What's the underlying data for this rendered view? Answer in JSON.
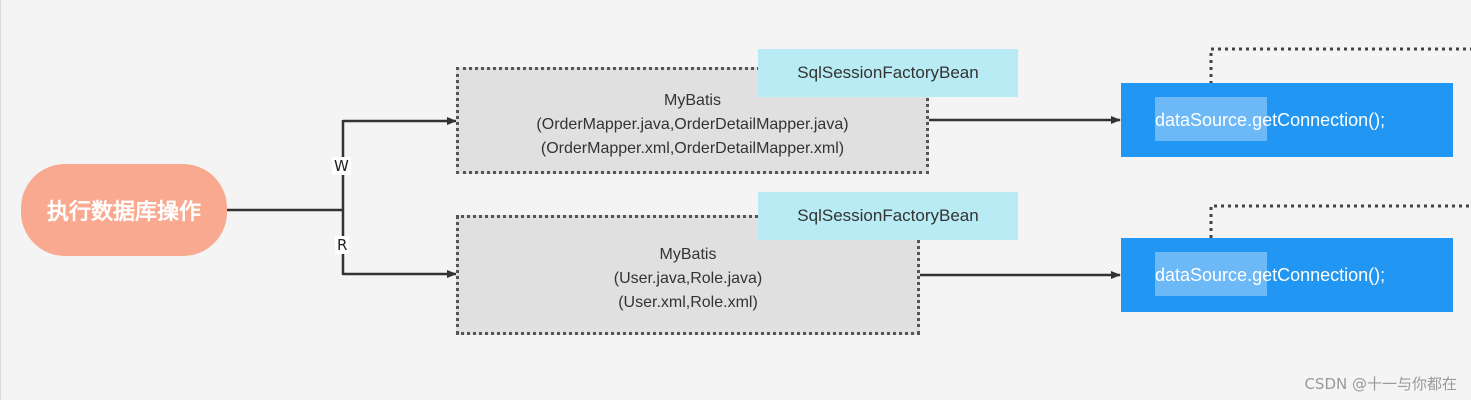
{
  "start": {
    "label": "执行数据库操作",
    "color": "#f8a98f"
  },
  "branches": {
    "write_label": "W",
    "read_label": "R"
  },
  "top_flow": {
    "factory_label": "SqlSessionFactoryBean",
    "mybatis_lines": [
      "MyBatis",
      "(OrderMapper.java,OrderDetailMapper.java)",
      "(OrderMapper.xml,OrderDetailMapper.xml)"
    ],
    "datasource_label": "dataSource.getConnection();"
  },
  "bottom_flow": {
    "factory_label": "SqlSessionFactoryBean",
    "mybatis_lines": [
      "MyBatis",
      "(User.java,Role.java)",
      "(User.xml,Role.xml)"
    ],
    "datasource_label": "dataSource.getConnection();"
  },
  "colors": {
    "background": "#f4f4f4",
    "factory_tag": "#b8ebf3",
    "datasource": "#2196f3",
    "mybatis_box": "#e0e0e0"
  },
  "watermark": "CSDN @十一与你都在"
}
